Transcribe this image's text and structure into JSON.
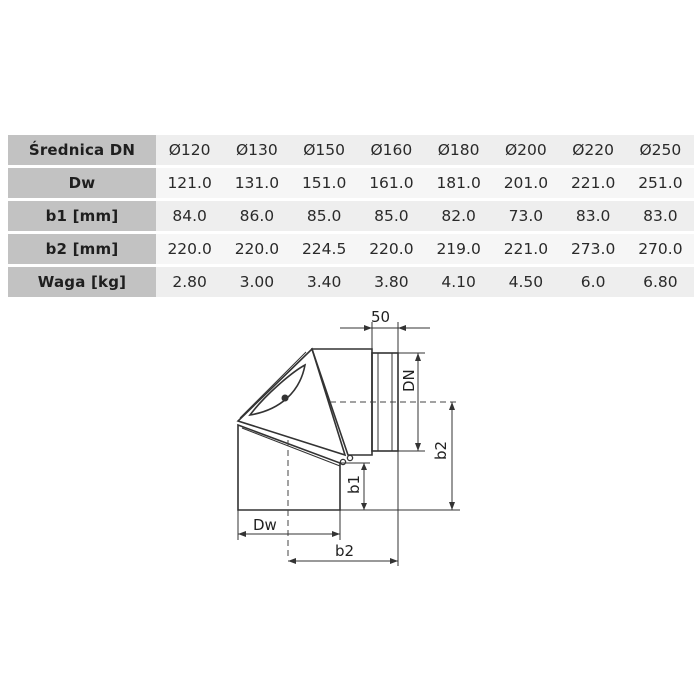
{
  "table": {
    "rows": [
      {
        "label": "Średnica DN",
        "values": [
          "Ø120",
          "Ø130",
          "Ø150",
          "Ø160",
          "Ø180",
          "Ø200",
          "Ø220",
          "Ø250"
        ]
      },
      {
        "label": "Dw",
        "values": [
          "121.0",
          "131.0",
          "151.0",
          "161.0",
          "181.0",
          "201.0",
          "221.0",
          "251.0"
        ]
      },
      {
        "label": "b1 [mm]",
        "values": [
          "84.0",
          "86.0",
          "85.0",
          "85.0",
          "82.0",
          "73.0",
          "83.0",
          "83.0"
        ]
      },
      {
        "label": "b2 [mm]",
        "values": [
          "220.0",
          "220.0",
          "224.5",
          "220.0",
          "219.0",
          "221.0",
          "273.0",
          "270.0"
        ]
      },
      {
        "label": "Waga [kg]",
        "values": [
          "2.80",
          "3.00",
          "3.40",
          "3.80",
          "4.10",
          "4.50",
          "6.0",
          "6.80"
        ]
      }
    ]
  },
  "diagram": {
    "dim_50": "50",
    "dim_dn": "DN",
    "dim_b2_vertical": "b2",
    "dim_b1": "b1",
    "dim_dw": "Dw",
    "dim_b2_horizontal": "b2"
  }
}
